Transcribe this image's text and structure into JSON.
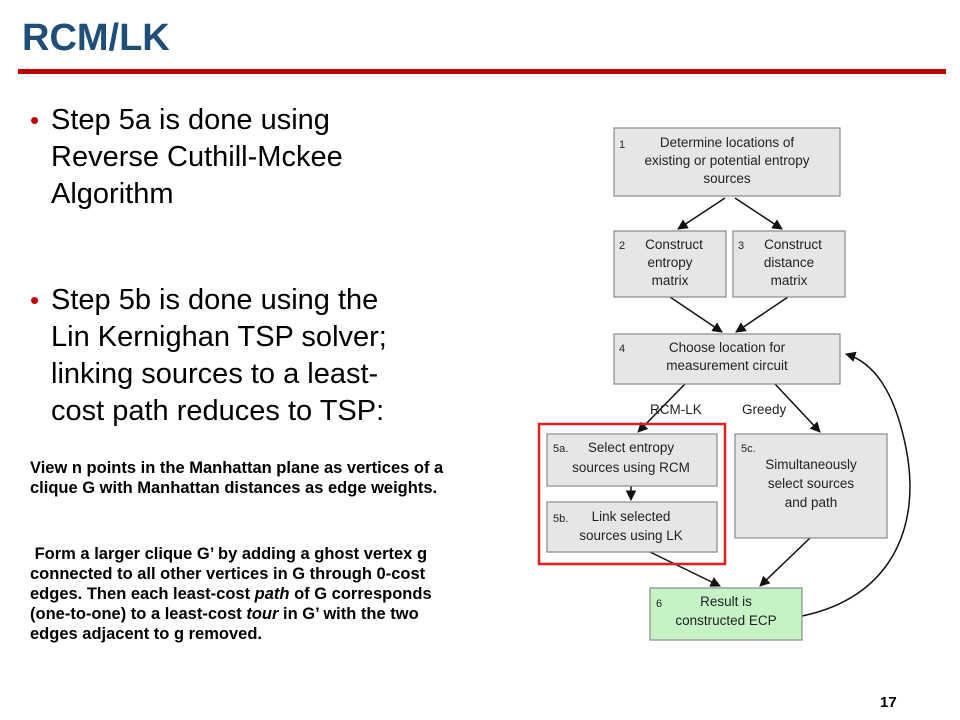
{
  "slide": {
    "title": "RCM/LK",
    "page_number": "17"
  },
  "bullets": [
    {
      "lines": [
        "Step 5a is done using",
        "Reverse Cuthill-Mckee",
        "Algorithm"
      ]
    },
    {
      "lines": [
        "Step 5b is done using the",
        "Lin Kernighan TSP solver;",
        "linking sources to a least-",
        "cost path reduces to TSP:"
      ]
    }
  ],
  "paragraphs": {
    "p1": {
      "text": "View n points in the Manhattan plane as vertices of a clique G with Manhattan distances as edge weights."
    },
    "p2": {
      "part1": "Form a larger clique G’ by adding a ghost vertex g connected to all other vertices in G through 0-cost edges. Then each least-cost ",
      "em1": "path",
      "part2": " of G corresponds (one-to-one) to a least-cost ",
      "em2": "tour",
      "part3": " in G’ with the two edges adjacent to g removed."
    }
  },
  "flowchart": {
    "nodes": {
      "n1": {
        "num": "1",
        "lines": [
          "Determine locations of",
          "existing or potential entropy",
          "sources"
        ]
      },
      "n2": {
        "num": "2",
        "lines": [
          "Construct",
          "entropy",
          "matrix"
        ]
      },
      "n3": {
        "num": "3",
        "lines": [
          "Construct",
          "distance",
          "matrix"
        ]
      },
      "n4": {
        "num": "4",
        "lines": [
          "Choose location for",
          "measurement circuit"
        ]
      },
      "n5a": {
        "num": "5a.",
        "lines": [
          "Select entropy",
          "sources using RCM"
        ]
      },
      "n5b": {
        "num": "5b.",
        "lines": [
          "Link selected",
          "sources using LK"
        ]
      },
      "n5c": {
        "num": "5c.",
        "lines": [
          "Simultaneously",
          "select sources",
          "and path"
        ]
      },
      "n6": {
        "num": "6",
        "lines": [
          "Result is",
          "constructed ECP"
        ]
      }
    },
    "edge_labels": {
      "rcm_lk": "RCM-LK",
      "greedy": "Greedy"
    },
    "colors": {
      "box_fill": "#e6e6e6",
      "result_fill": "#c5f3c5",
      "highlight": "#e02020"
    }
  }
}
